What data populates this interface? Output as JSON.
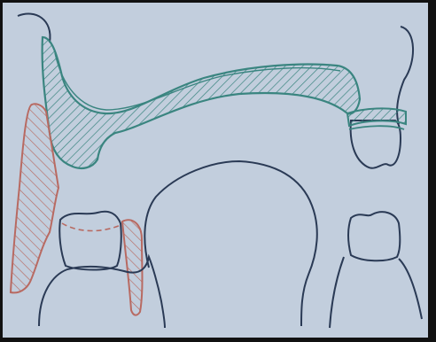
{
  "colors": {
    "paper": "#c2cedd",
    "ink": "#2a3a55",
    "teal": "#3a8580",
    "teal_fill": "#6fb2ad",
    "red": "#b86a62",
    "edge": "#111111"
  },
  "parts": [
    "palatal-connector-hatched",
    "labial-flange-hatched",
    "upper-left-tooth",
    "upper-right-tooth",
    "lower-left-tooth",
    "lower-right-tooth",
    "lower-arch-outline"
  ]
}
